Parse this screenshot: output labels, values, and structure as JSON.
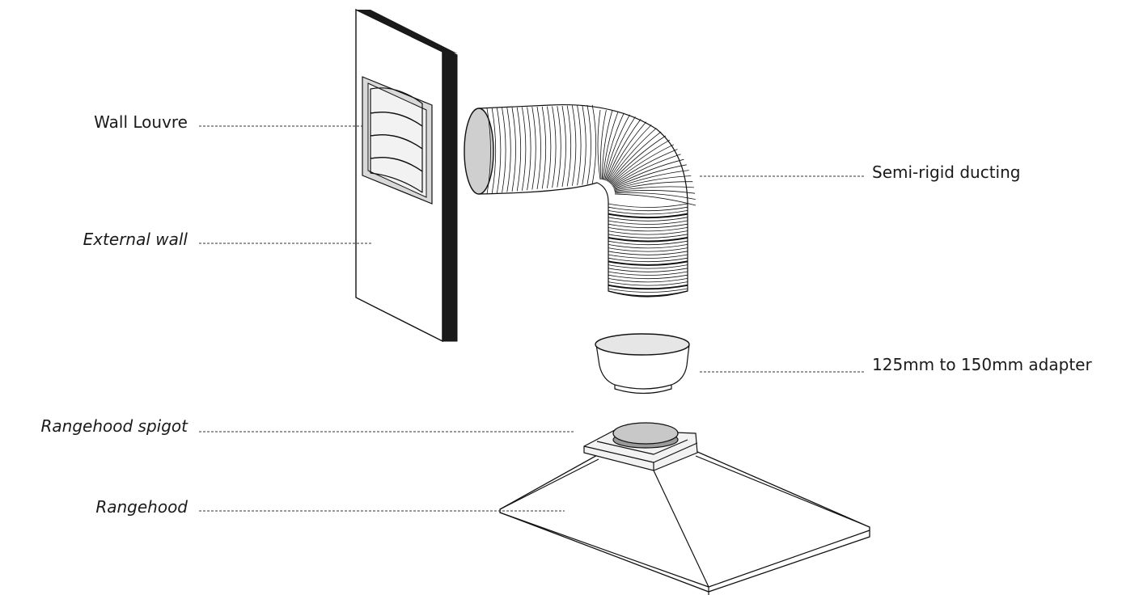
{
  "labels": {
    "wall_louvre": "Wall Louvre",
    "external_wall": "External wall",
    "semi_rigid_ducting": "Semi-rigid ducting",
    "adapter": "125mm to 150mm adapter",
    "rangehood_spigot": "Rangehood spigot",
    "rangehood": "Rangehood"
  },
  "colors": {
    "ink": "#111111",
    "wall_edge": "#1a1a1a",
    "louvre_frame": "#d9d9d9",
    "spigot_fill": "#c8c8c8",
    "duct_opening": "#cfcfcf"
  }
}
